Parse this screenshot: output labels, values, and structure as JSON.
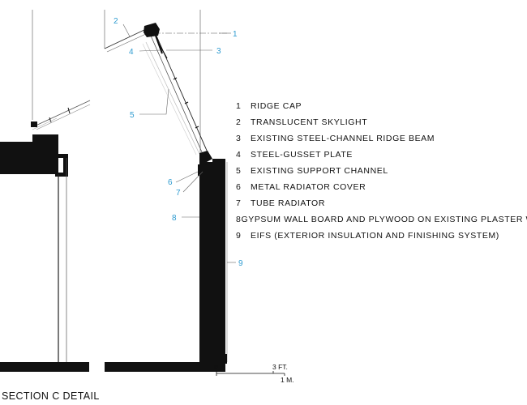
{
  "title": "SECTION C DETAIL",
  "accent_color": "#2e9bd0",
  "callouts": [
    "1",
    "2",
    "3",
    "4",
    "5",
    "6",
    "7",
    "8",
    "9"
  ],
  "legend": [
    {
      "num": "1",
      "text": "RIDGE CAP"
    },
    {
      "num": "2",
      "text": "TRANSLUCENT SKYLIGHT"
    },
    {
      "num": "3",
      "text": "EXISTING STEEL-CHANNEL RIDGE BEAM"
    },
    {
      "num": "4",
      "text": "STEEL-GUSSET PLATE"
    },
    {
      "num": "5",
      "text": "EXISTING SUPPORT CHANNEL"
    },
    {
      "num": "6",
      "text": "METAL RADIATOR COVER"
    },
    {
      "num": "7",
      "text": "TUBE RADIATOR"
    },
    {
      "num": "8",
      "text": "GYPSUM WALL BOARD AND PLYWOOD ON EXISTING PLASTER WALL"
    },
    {
      "num": "9",
      "text": "EIFS (EXTERIOR INSULATION AND FINISHING SYSTEM)"
    }
  ],
  "scale": {
    "zero": "0",
    "feet": "3 FT.",
    "meters": "1 M."
  }
}
